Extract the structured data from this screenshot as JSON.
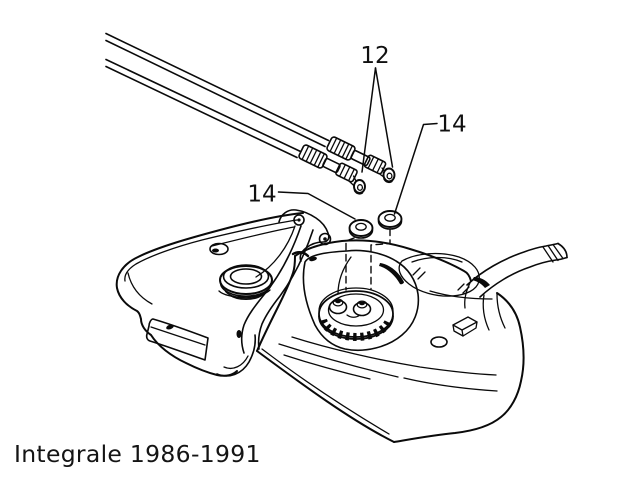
{
  "canvas": {
    "background": "#ffffff",
    "ink": "#0a0a0a",
    "text_color": "#141414"
  },
  "caption": {
    "text": "Integrale 1986-1991"
  },
  "callouts": {
    "hoses": {
      "label": "12"
    },
    "washer_right": {
      "label": "14"
    },
    "washer_left": {
      "label": "14"
    }
  }
}
